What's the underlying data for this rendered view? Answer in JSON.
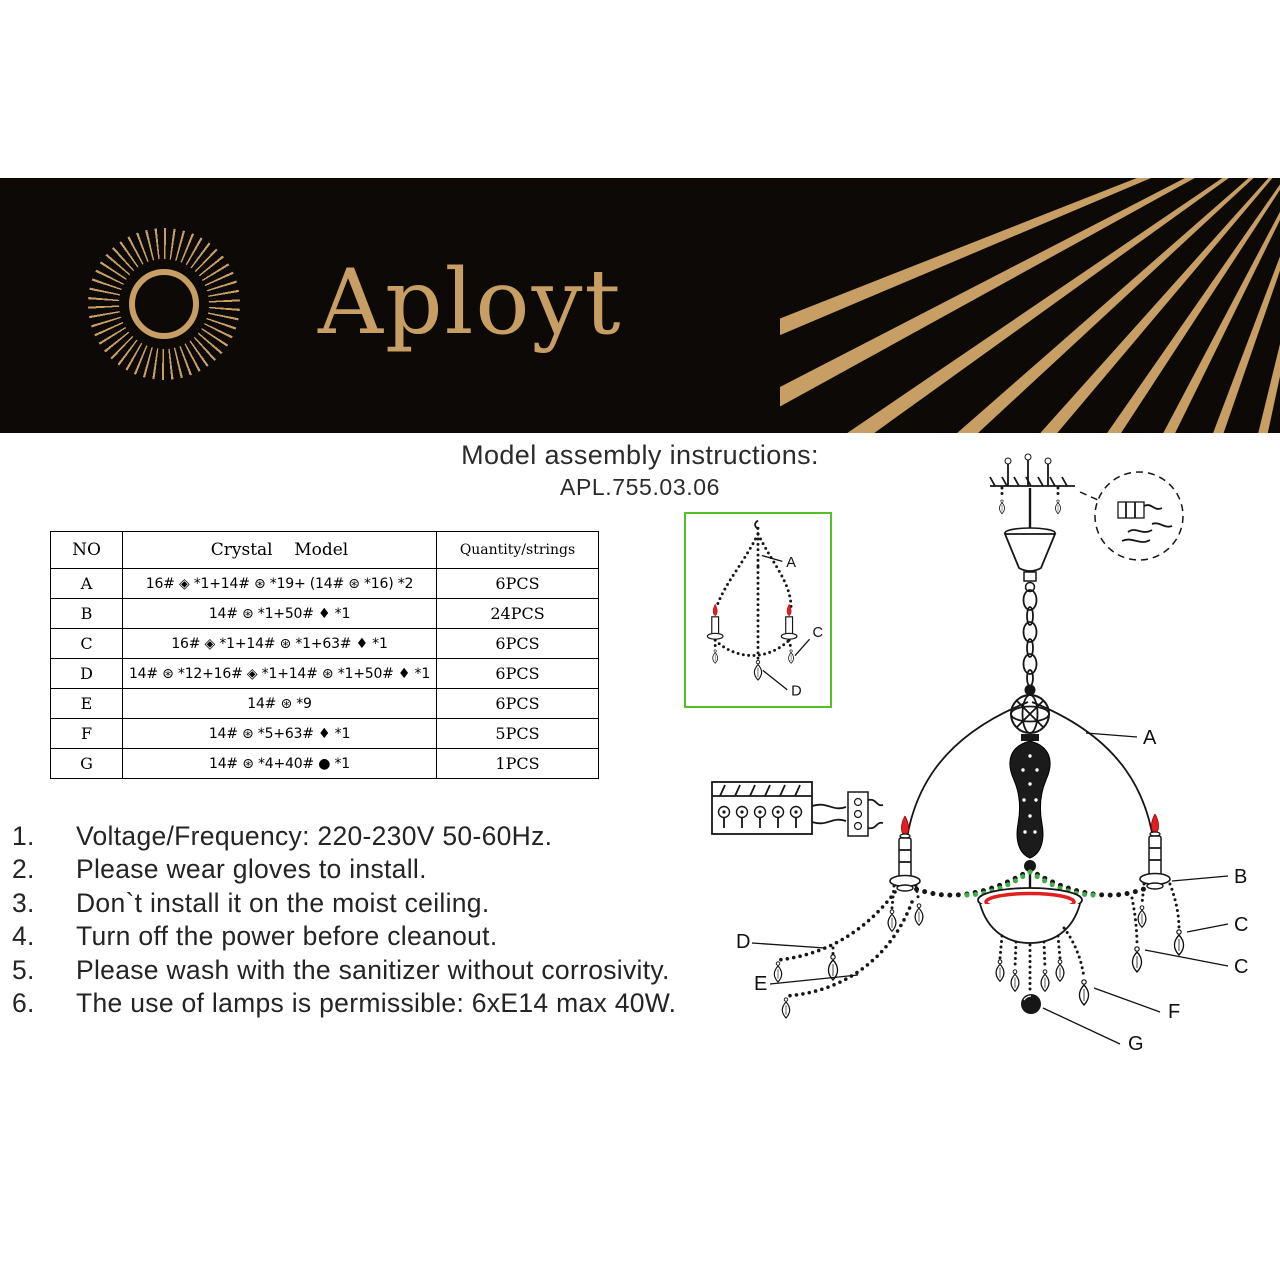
{
  "brand": {
    "name": "Aployt"
  },
  "header": {
    "title": "Model assembly instructions:",
    "model": "APL.755.03.06"
  },
  "table": {
    "headers": {
      "no": "NO",
      "model": "Crystal    Model",
      "qty": "Quantity/strings"
    },
    "rows": [
      {
        "no": "A",
        "model": "16# ◈ *1+14# ⊛ *19+ (14# ⊛ *16) *2",
        "qty": "6PCS"
      },
      {
        "no": "B",
        "model": "14# ⊛ *1+50# ♦ *1",
        "qty": "24PCS"
      },
      {
        "no": "C",
        "model": "16# ◈ *1+14# ⊛ *1+63# ♦ *1",
        "qty": "6PCS"
      },
      {
        "no": "D",
        "model": "14# ⊛ *12+16# ◈ *1+14# ⊛ *1+50# ♦ *1",
        "qty": "6PCS"
      },
      {
        "no": "E",
        "model": "14# ⊛ *9",
        "qty": "6PCS"
      },
      {
        "no": "F",
        "model": "14# ⊛ *5+63# ♦ *1",
        "qty": "5PCS"
      },
      {
        "no": "G",
        "model": "14# ⊛ *4+40# ● *1",
        "qty": "1PCS"
      }
    ]
  },
  "instructions": [
    {
      "num": "1.",
      "text": "Voltage/Frequency: 220-230V 50-60Hz."
    },
    {
      "num": "2.",
      "text": "Please wear gloves to install."
    },
    {
      "num": "3.",
      "text": "Don`t install it on the moist ceiling."
    },
    {
      "num": "4.",
      "text": "Turn off the power before cleanout."
    },
    {
      "num": "5.",
      "text": "Please wash with the sanitizer without corrosivity."
    },
    {
      "num": "6.",
      "text": "The use of lamps is permissible: 6xE14 max 40W."
    }
  ],
  "diagrams": {
    "small": {
      "labels": {
        "a": "A",
        "c": "C",
        "d": "D"
      }
    },
    "large": {
      "labels": {
        "a": "A",
        "b": "B",
        "c1": "C",
        "c2": "C",
        "d": "D",
        "e": "E",
        "f": "F",
        "g": "G"
      }
    }
  },
  "colors": {
    "banner_bg": "#0c0906",
    "brand_gold": "#c79e63",
    "green_frame": "#54c028",
    "bulb_red": "#e02020",
    "bead_green": "#3fae49"
  }
}
